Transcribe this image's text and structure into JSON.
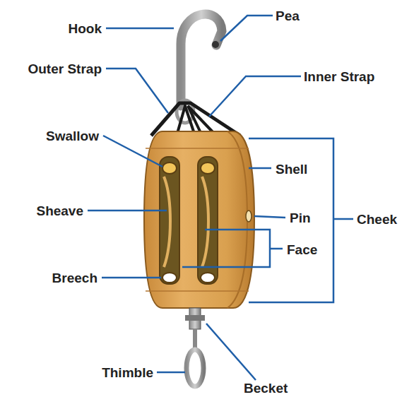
{
  "diagram": {
    "labels": [
      "Hook",
      "Pea",
      "Outer Strap",
      "Inner Strap",
      "Swallow",
      "Shell",
      "Sheave",
      "Pin",
      "Cheek",
      "Face",
      "Breech",
      "Thimble",
      "Becket"
    ]
  }
}
